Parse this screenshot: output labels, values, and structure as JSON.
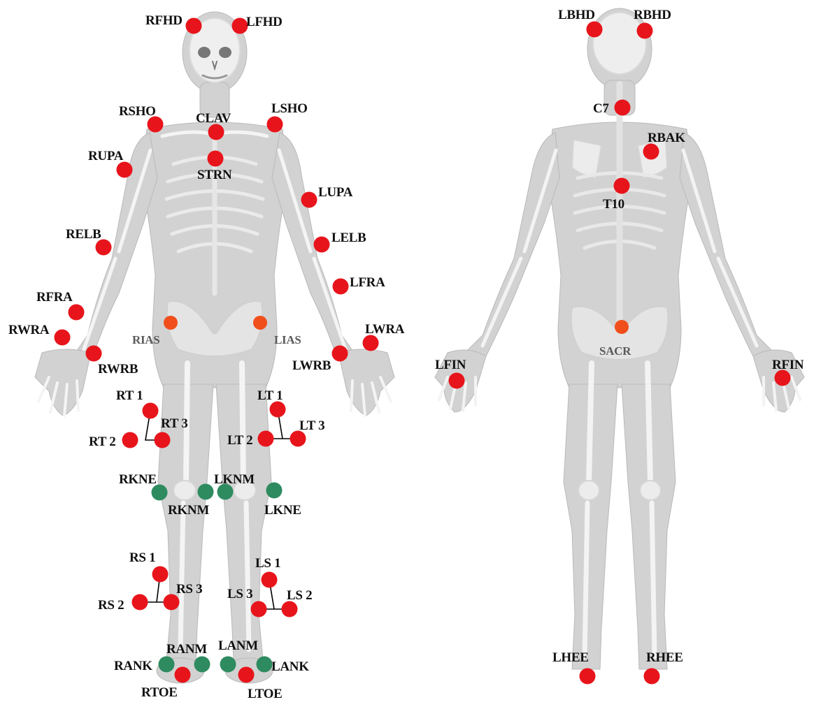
{
  "colors": {
    "marker_red": "#e8141b",
    "marker_orange": "#f04f1c",
    "marker_green": "#2e8b60",
    "body": "#d3d3d3",
    "bone": "#f2f2f2",
    "label": "#111111",
    "label_dim": "#5a5a5a"
  },
  "front_view": {
    "markers": [
      {
        "id": "RFHD",
        "text": "RFHD",
        "color": "red"
      },
      {
        "id": "LFHD",
        "text": "LFHD",
        "color": "red"
      },
      {
        "id": "RSHO",
        "text": "RSHO",
        "color": "red"
      },
      {
        "id": "CLAV",
        "text": "CLAV",
        "color": "red"
      },
      {
        "id": "LSHO",
        "text": "LSHO",
        "color": "red"
      },
      {
        "id": "STRN",
        "text": "STRN",
        "color": "red"
      },
      {
        "id": "RUPA",
        "text": "RUPA",
        "color": "red"
      },
      {
        "id": "LUPA",
        "text": "LUPA",
        "color": "red"
      },
      {
        "id": "RELB",
        "text": "RELB",
        "color": "red"
      },
      {
        "id": "LELB",
        "text": "LELB",
        "color": "red"
      },
      {
        "id": "LFRA",
        "text": "LFRA",
        "color": "red"
      },
      {
        "id": "RFRA",
        "text": "RFRA",
        "color": "red"
      },
      {
        "id": "RWRA",
        "text": "RWRA",
        "color": "red"
      },
      {
        "id": "RWRB",
        "text": "RWRB",
        "color": "red"
      },
      {
        "id": "LWRA",
        "text": "LWRA",
        "color": "red"
      },
      {
        "id": "LWRB",
        "text": "LWRB",
        "color": "red"
      },
      {
        "id": "RIAS",
        "text": "RIAS",
        "color": "orange"
      },
      {
        "id": "LIAS",
        "text": "LIAS",
        "color": "orange"
      },
      {
        "id": "RT1",
        "text": "RT 1",
        "color": "red"
      },
      {
        "id": "RT2",
        "text": "RT 2",
        "color": "red"
      },
      {
        "id": "RT3",
        "text": "RT 3",
        "color": "red"
      },
      {
        "id": "LT1",
        "text": "LT 1",
        "color": "red"
      },
      {
        "id": "LT2",
        "text": "LT 2",
        "color": "red"
      },
      {
        "id": "LT3",
        "text": "LT 3",
        "color": "red"
      },
      {
        "id": "RKNE",
        "text": "RKNE",
        "color": "green"
      },
      {
        "id": "RKNM",
        "text": "RKNM",
        "color": "green"
      },
      {
        "id": "LKNM",
        "text": "LKNM",
        "color": "green"
      },
      {
        "id": "LKNE",
        "text": "LKNE",
        "color": "green"
      },
      {
        "id": "RS1",
        "text": "RS 1",
        "color": "red"
      },
      {
        "id": "RS2",
        "text": "RS 2",
        "color": "red"
      },
      {
        "id": "RS3",
        "text": "RS 3",
        "color": "red"
      },
      {
        "id": "LS1",
        "text": "LS 1",
        "color": "red"
      },
      {
        "id": "LS2",
        "text": "LS 2",
        "color": "red"
      },
      {
        "id": "LS3",
        "text": "LS 3",
        "color": "red"
      },
      {
        "id": "RANK",
        "text": "RANK",
        "color": "green"
      },
      {
        "id": "RANM",
        "text": "RANM",
        "color": "green"
      },
      {
        "id": "LANM",
        "text": "LANM",
        "color": "green"
      },
      {
        "id": "LANK",
        "text": "LANK",
        "color": "green"
      },
      {
        "id": "RTOE",
        "text": "RTOE",
        "color": "red"
      },
      {
        "id": "LTOE",
        "text": "LTOE",
        "color": "red"
      }
    ]
  },
  "back_view": {
    "markers": [
      {
        "id": "LBHD",
        "text": "LBHD",
        "color": "red"
      },
      {
        "id": "RBHD",
        "text": "RBHD",
        "color": "red"
      },
      {
        "id": "C7",
        "text": "C7",
        "color": "red"
      },
      {
        "id": "RBAK",
        "text": "RBAK",
        "color": "red"
      },
      {
        "id": "T10",
        "text": "T10",
        "color": "red"
      },
      {
        "id": "SACR",
        "text": "SACR",
        "color": "orange"
      },
      {
        "id": "LFIN",
        "text": "LFIN",
        "color": "red"
      },
      {
        "id": "RFIN",
        "text": "RFIN",
        "color": "red"
      },
      {
        "id": "LHEE",
        "text": "LHEE",
        "color": "red"
      },
      {
        "id": "RHEE",
        "text": "RHEE",
        "color": "red"
      }
    ]
  }
}
